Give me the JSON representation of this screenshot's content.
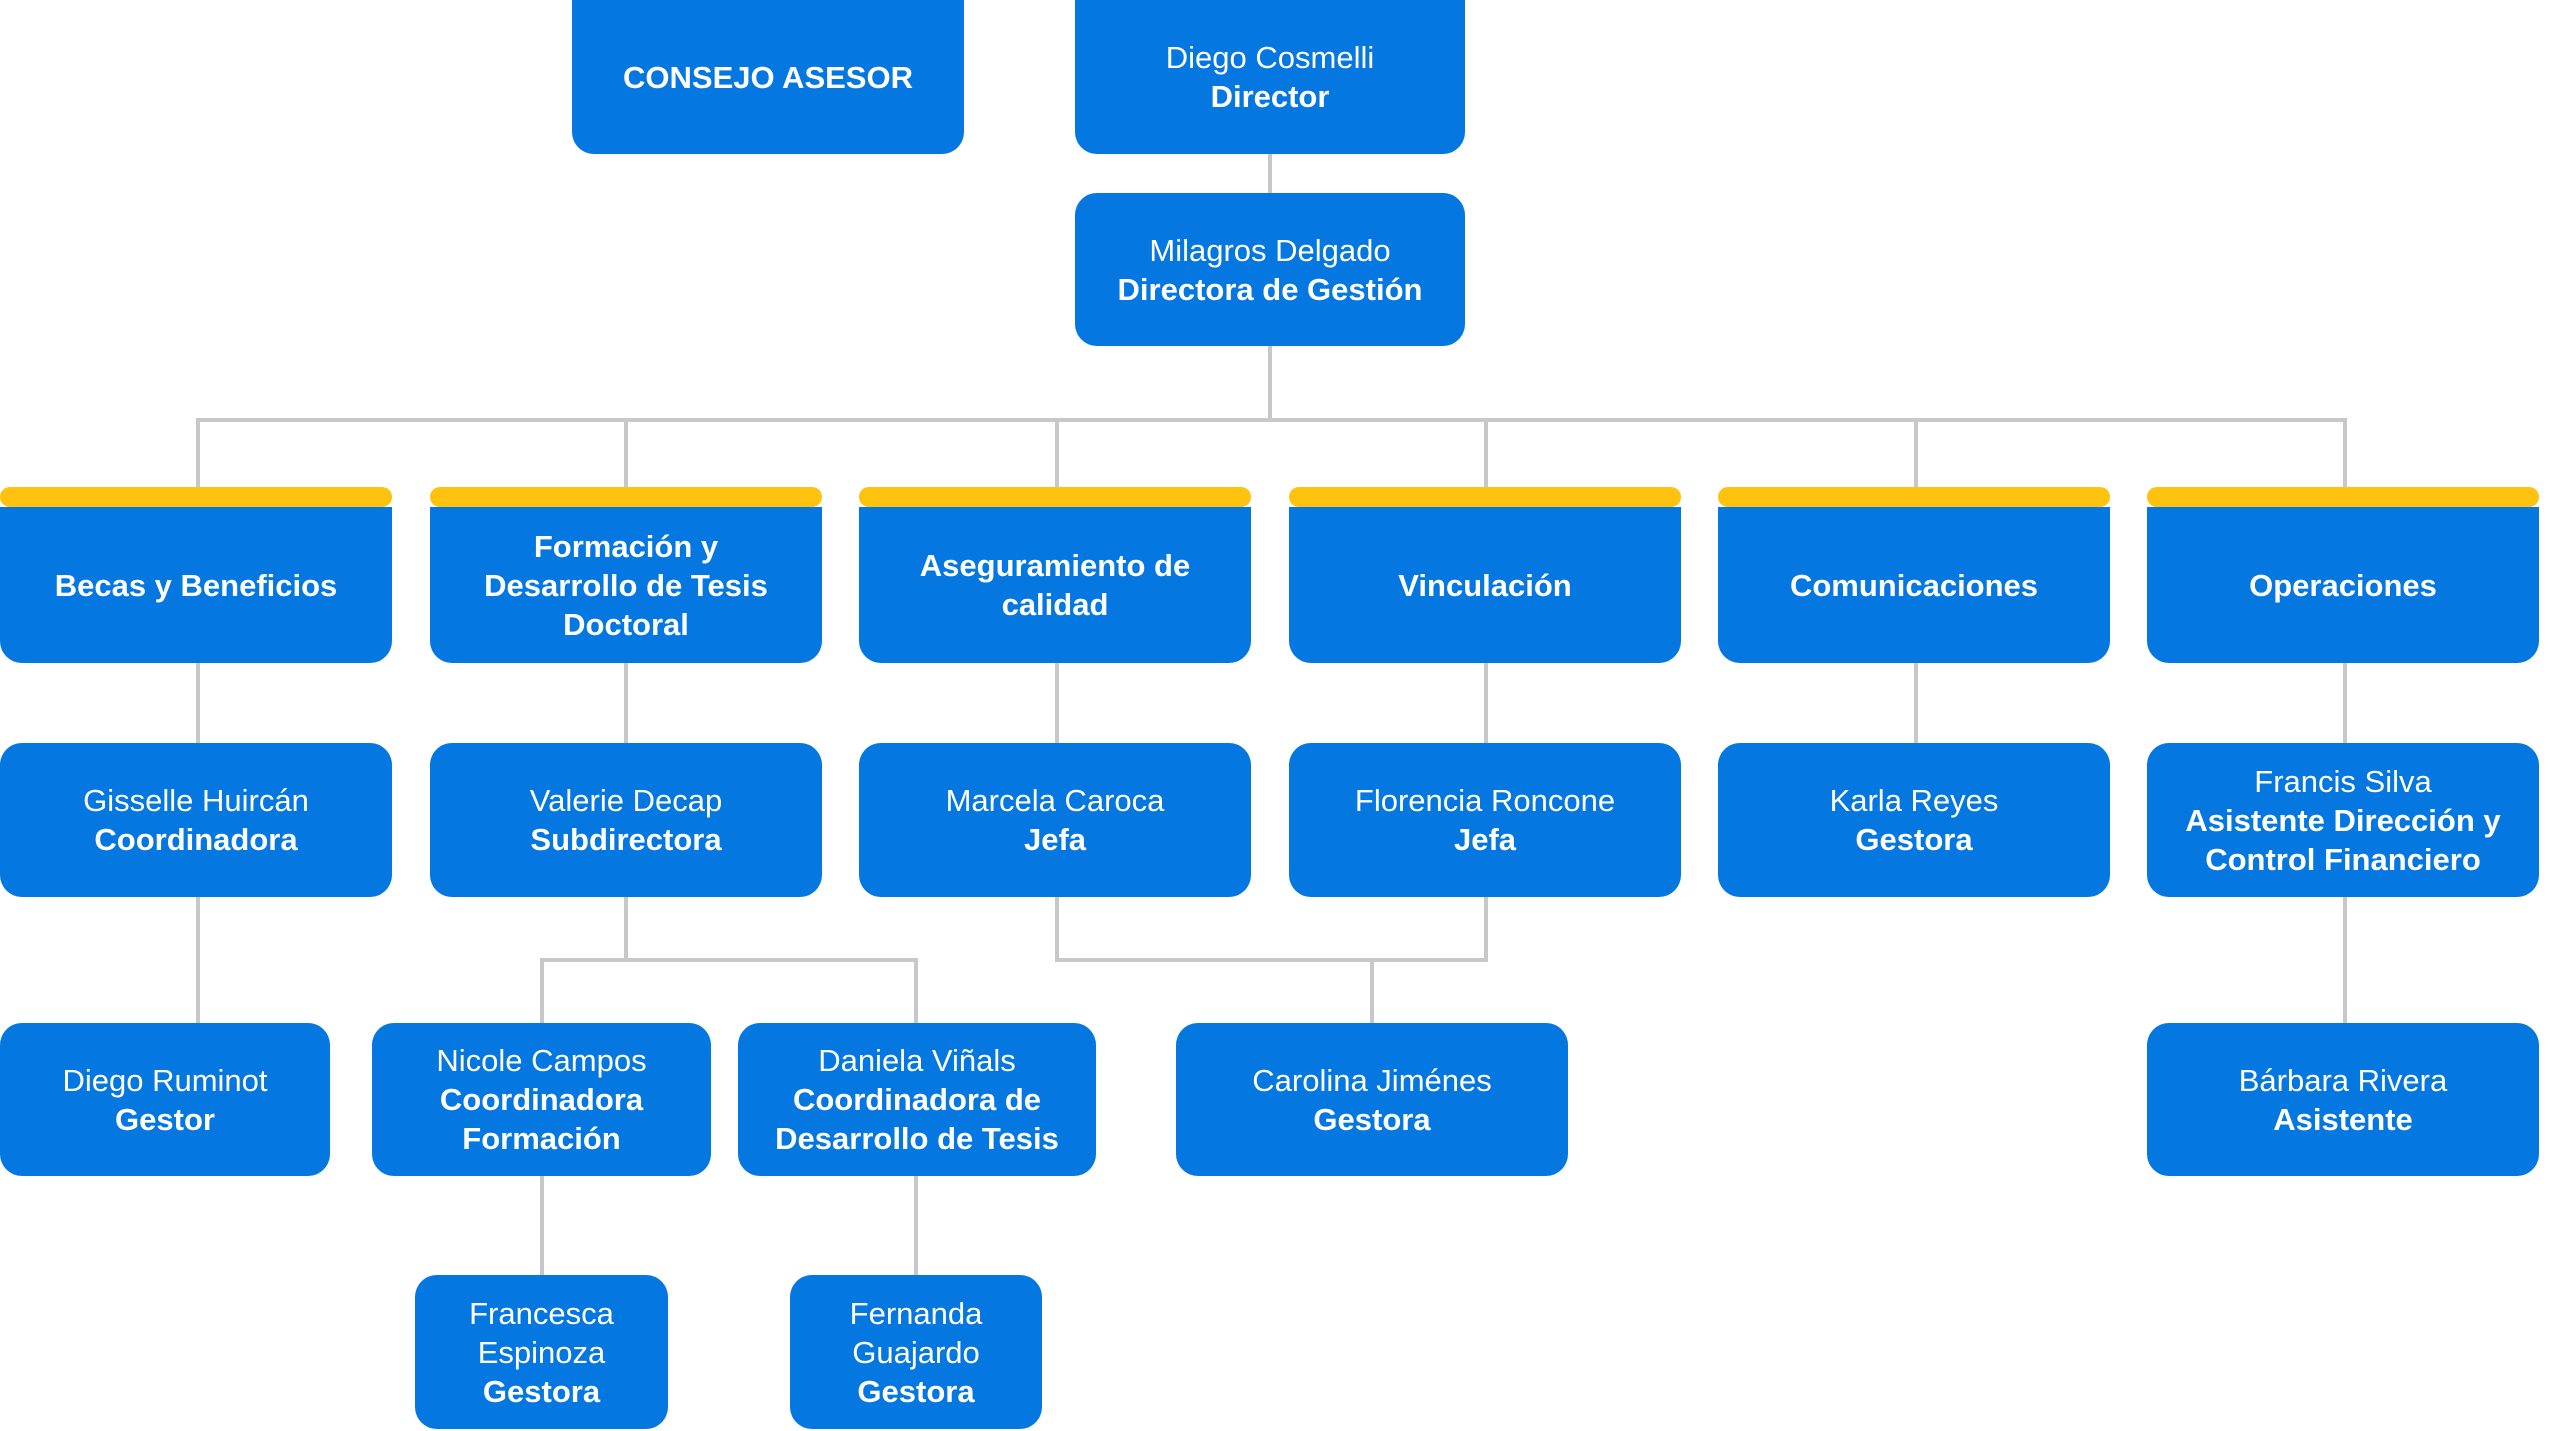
{
  "colors": {
    "box": "#0477E0",
    "accent_bar": "#FFC20E",
    "connector": "#C8C8C8",
    "text": "#FFFFFF"
  },
  "council": {
    "label": "CONSEJO ASESOR"
  },
  "director": {
    "name": "Diego Cosmelli",
    "role": "Director"
  },
  "management": {
    "name": "Milagros Delgado",
    "role": "Directora de Gestión"
  },
  "departments": [
    {
      "label": "Becas y Beneficios"
    },
    {
      "label": "Formación y Desarrollo de Tesis Doctoral"
    },
    {
      "label": "Aseguramiento de calidad"
    },
    {
      "label": "Vinculación"
    },
    {
      "label": "Comunicaciones"
    },
    {
      "label": "Operaciones"
    }
  ],
  "leads": [
    {
      "name": "Gisselle Huircán",
      "role": "Coordinadora"
    },
    {
      "name": "Valerie Decap",
      "role": "Subdirectora"
    },
    {
      "name": "Marcela Caroca",
      "role": "Jefa"
    },
    {
      "name": "Florencia Roncone",
      "role": "Jefa"
    },
    {
      "name": "Karla Reyes",
      "role": "Gestora"
    },
    {
      "name": "Francis Silva",
      "role": "Asistente Dirección y Control Financiero"
    }
  ],
  "level3": [
    {
      "name": "Diego Ruminot",
      "role": "Gestor"
    },
    {
      "name": "Nicole Campos",
      "role": "Coordinadora Formación"
    },
    {
      "name": "Daniela Viñals",
      "role": "Coordinadora de Desarrollo de Tesis"
    },
    {
      "name": "Carolina Jiménes",
      "role": "Gestora"
    },
    {
      "name": "Bárbara Rivera",
      "role": "Asistente"
    }
  ],
  "level4": [
    {
      "name": "Francesca Espinoza",
      "role": "Gestora"
    },
    {
      "name": "Fernanda Guajardo",
      "role": "Gestora"
    }
  ]
}
